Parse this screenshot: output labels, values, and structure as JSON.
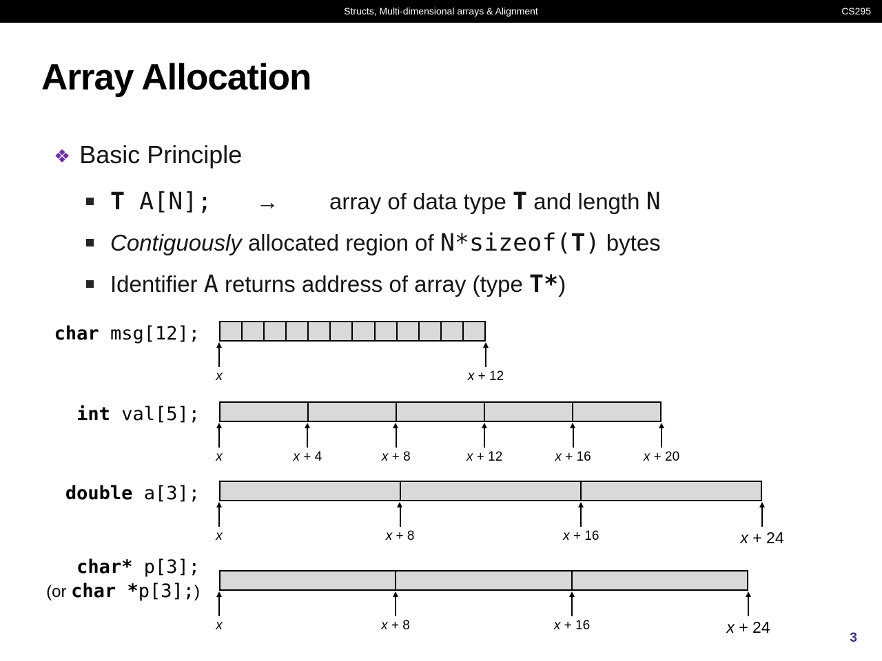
{
  "header": {
    "title": "Structs, Multi-dimensional arrays & Alignment",
    "course": "CS295"
  },
  "slide": {
    "title": "Array Allocation",
    "page_number": "3"
  },
  "bullets": {
    "diamond_glyph": "❖",
    "main": "Basic Principle",
    "sub": [
      {
        "segments": [
          {
            "style": "cb",
            "text": "T"
          },
          {
            "style": "c",
            "text": " A[N];"
          },
          {
            "style": "p",
            "text": "       →        "
          },
          {
            "style": "p",
            "text": "array of data type "
          },
          {
            "style": "cb",
            "text": "T"
          },
          {
            "style": "p",
            "text": " and length "
          },
          {
            "style": "c",
            "text": "N"
          }
        ]
      },
      {
        "segments": [
          {
            "style": "i",
            "text": "Contiguously"
          },
          {
            "style": "p",
            "text": " allocated region of "
          },
          {
            "style": "c",
            "text": "N*sizeof("
          },
          {
            "style": "cb",
            "text": "T"
          },
          {
            "style": "c",
            "text": ")"
          },
          {
            "style": "p",
            "text": " bytes"
          }
        ]
      },
      {
        "segments": [
          {
            "style": "p",
            "text": "Identifier "
          },
          {
            "style": "c",
            "text": "A"
          },
          {
            "style": "p",
            "text": " returns address of array (type "
          },
          {
            "style": "cb",
            "text": "T*"
          },
          {
            "style": "p",
            "text": ")"
          }
        ]
      }
    ]
  },
  "diagrams": [
    {
      "name": "char-msg",
      "declaration": [
        [
          {
            "style": "cb",
            "text": "char"
          },
          {
            "style": "c",
            "text": " msg[12];"
          }
        ]
      ],
      "cells": 12,
      "ticks": [
        {
          "label": "x"
        },
        {
          "label": "x + 12"
        }
      ]
    },
    {
      "name": "int-val",
      "declaration": [
        [
          {
            "style": "cb",
            "text": "int"
          },
          {
            "style": "c",
            "text": " val[5];"
          }
        ]
      ],
      "cells": 5,
      "ticks": [
        {
          "label": "x"
        },
        {
          "label": "x + 4"
        },
        {
          "label": "x + 8"
        },
        {
          "label": "x + 12"
        },
        {
          "label": "x + 16"
        },
        {
          "label": "x + 20"
        }
      ]
    },
    {
      "name": "double-a",
      "declaration": [
        [
          {
            "style": "cb",
            "text": "double"
          },
          {
            "style": "c",
            "text": " a[3];"
          }
        ]
      ],
      "cells": 3,
      "ticks": [
        {
          "label": "x"
        },
        {
          "label": "x + 8"
        },
        {
          "label": "x + 16"
        },
        {
          "label": "x + 24",
          "big": true
        }
      ]
    },
    {
      "name": "char-ptr-p",
      "declaration": [
        [
          {
            "style": "cb",
            "text": "char*"
          },
          {
            "style": "c",
            "text": " p[3];"
          }
        ],
        [
          {
            "style": "p",
            "text": "(or "
          },
          {
            "style": "cb",
            "text": "char *"
          },
          {
            "style": "c",
            "text": "p[3];"
          },
          {
            "style": "p",
            "text": ")"
          }
        ]
      ],
      "cells": 3,
      "ticks": [
        {
          "label": "x"
        },
        {
          "label": "x + 8"
        },
        {
          "label": "x + 16"
        },
        {
          "label": "x + 24",
          "big": true
        }
      ]
    }
  ],
  "colors": {
    "header_bg": "#000000",
    "bullet_diamond": "#7030a0",
    "cell_fill": "#d9d9d9",
    "page_number": "#3b3080"
  }
}
